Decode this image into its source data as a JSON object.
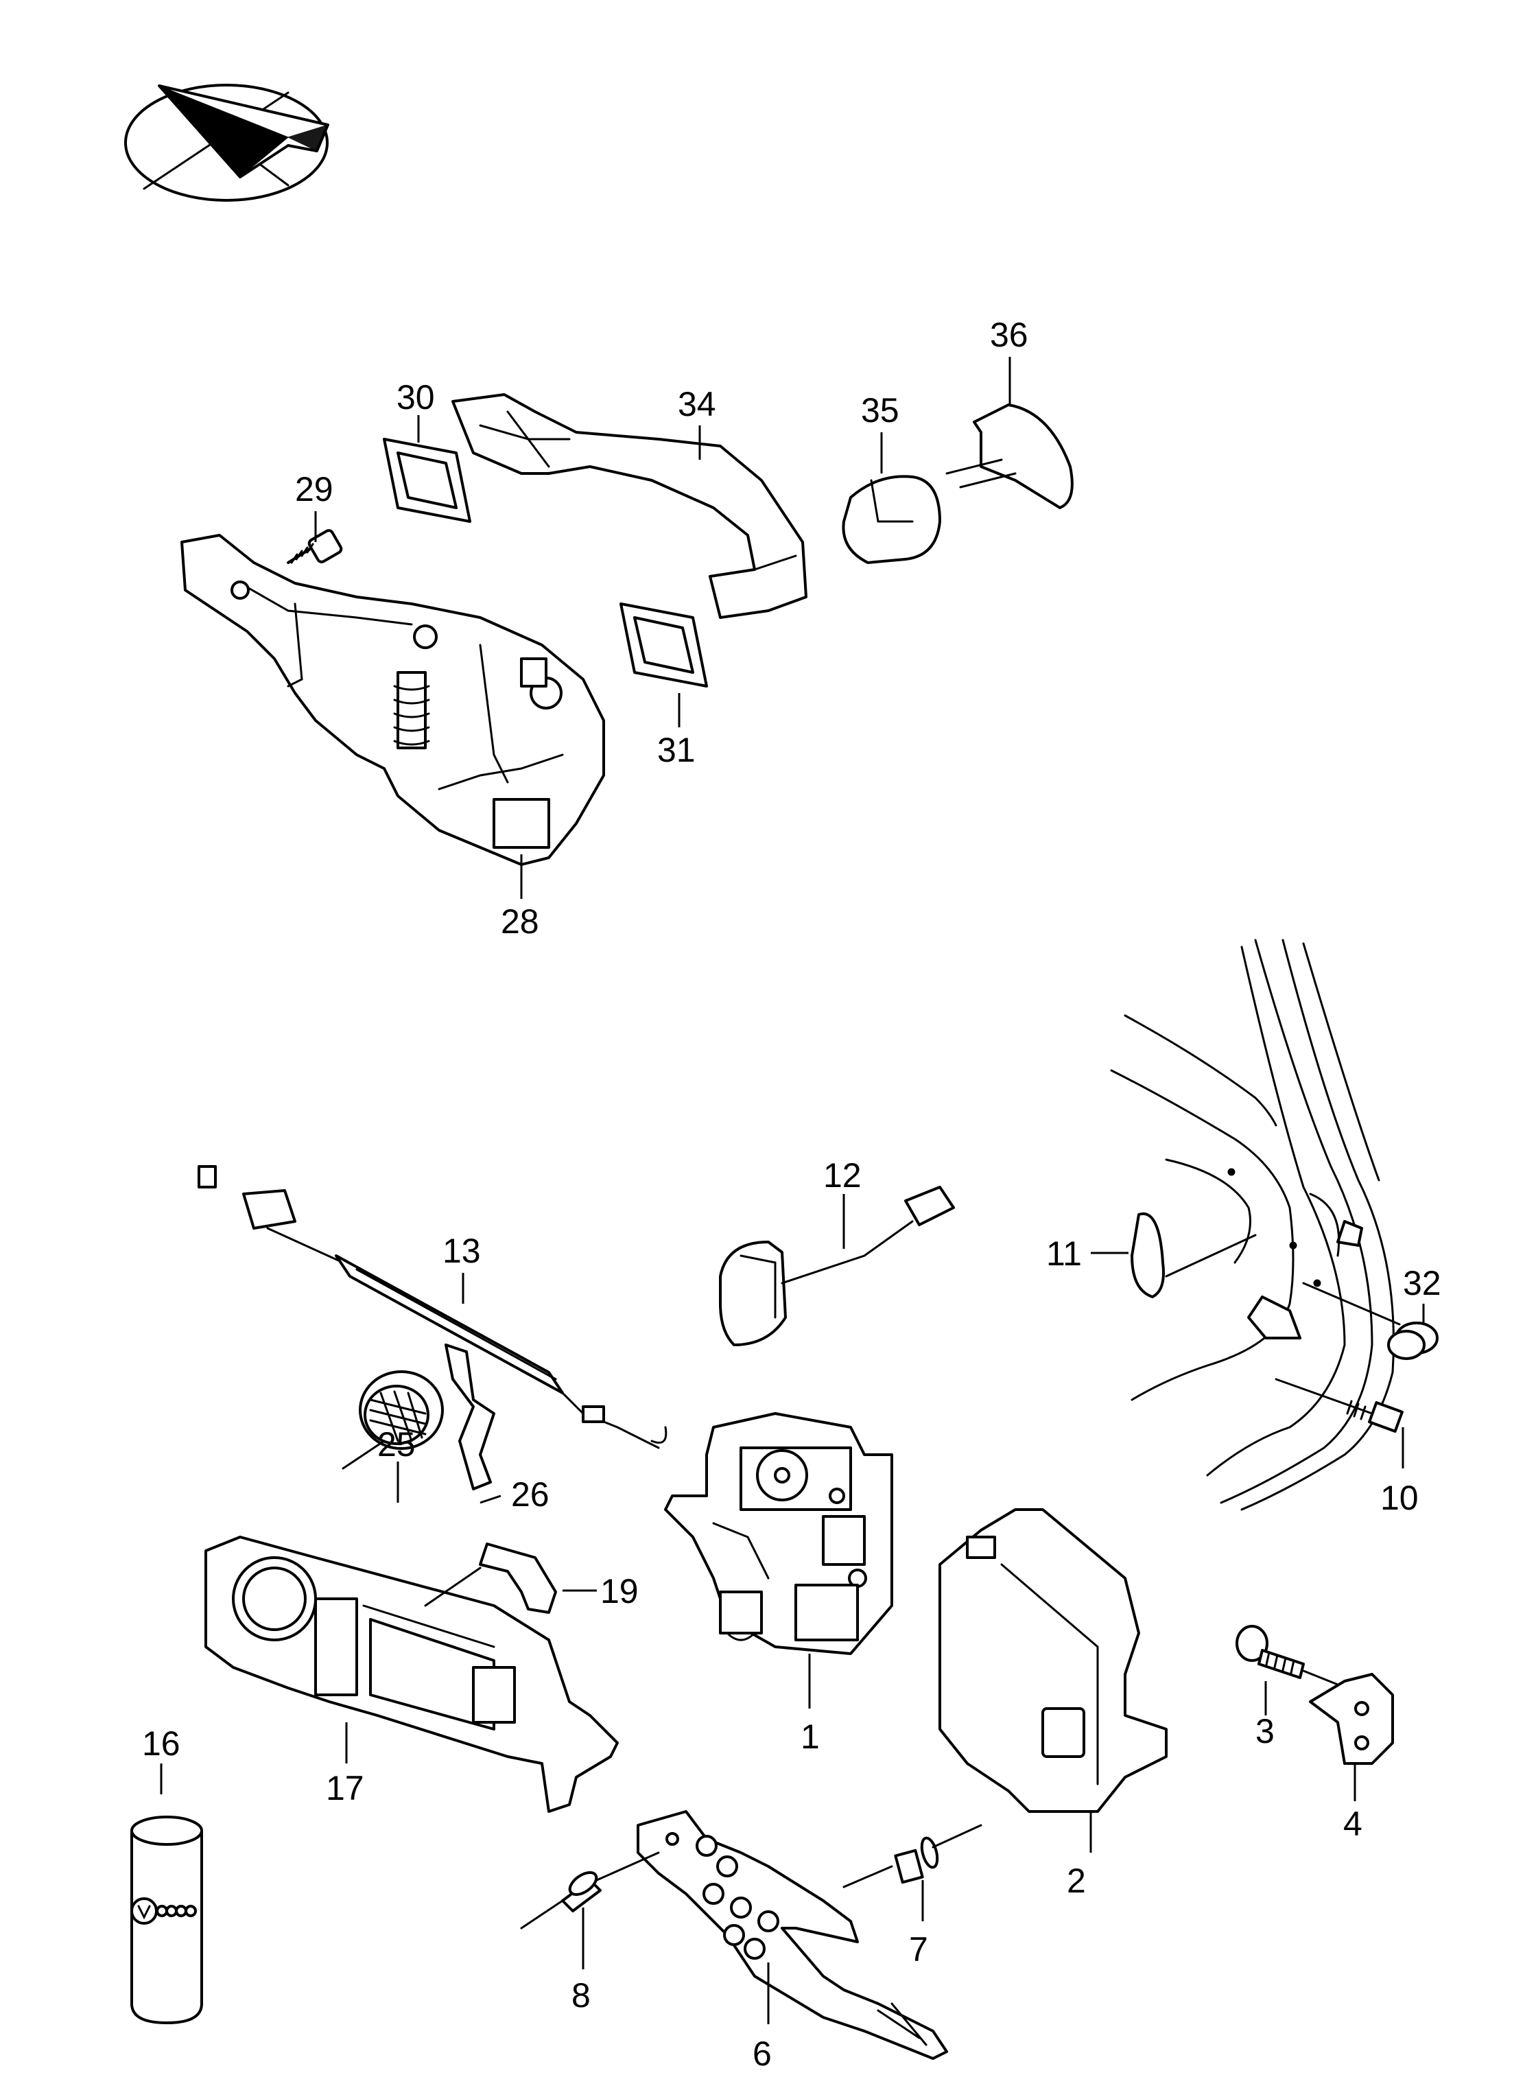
{
  "labels": {
    "p1": "1",
    "p2": "2",
    "p3": "3",
    "p4": "4",
    "p6": "6",
    "p7": "7",
    "p8": "8",
    "p10": "10",
    "p11": "11",
    "p12": "12",
    "p13": "13",
    "p16": "16",
    "p17": "17",
    "p19": "19",
    "p25": "25",
    "p26": "26",
    "p28": "28",
    "p29": "29",
    "p30": "30",
    "p31": "31",
    "p32": "32",
    "p34": "34",
    "p35": "35",
    "p36": "36"
  },
  "icons": {
    "orientation": "orientation-arrow-icon",
    "brand": "vw-audi-logo-icon"
  }
}
